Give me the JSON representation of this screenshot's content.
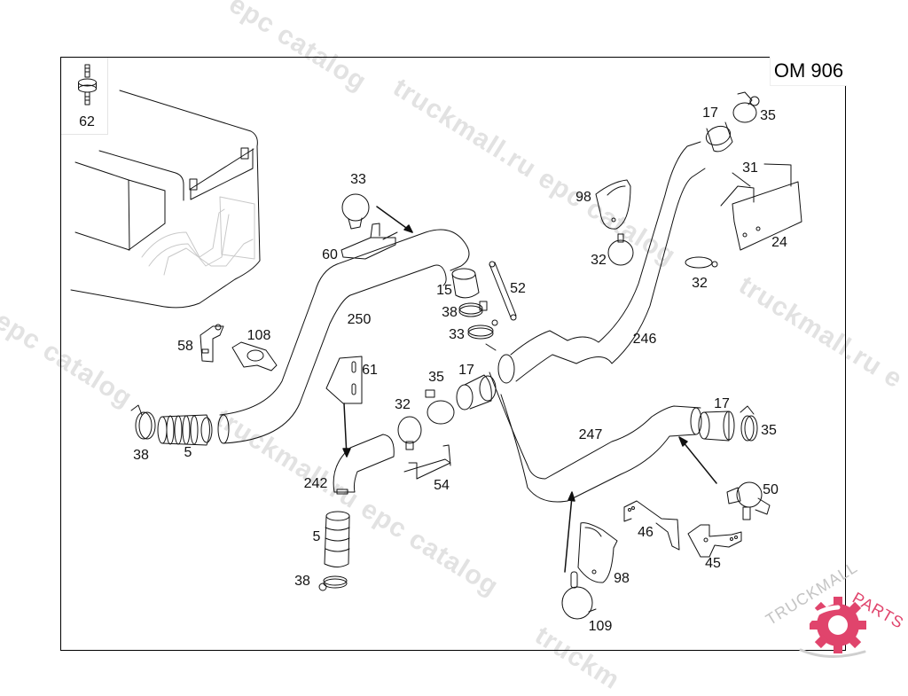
{
  "diagram": {
    "type": "exploded-parts-diagram",
    "model_label": "OM 906",
    "inset": {
      "part_number": "62",
      "icon": "rubber-mount-icon"
    },
    "callouts": [
      {
        "id": "c62",
        "label": "62",
        "part": "rubber-mount"
      },
      {
        "id": "c33a",
        "label": "33",
        "part": "clamp"
      },
      {
        "id": "c60",
        "label": "60",
        "part": "bracket"
      },
      {
        "id": "c250",
        "label": "250",
        "part": "charge-air-pipe"
      },
      {
        "id": "c15",
        "label": "15",
        "part": "hose-sleeve"
      },
      {
        "id": "c52",
        "label": "52",
        "part": "strut"
      },
      {
        "id": "c38a",
        "label": "38",
        "part": "hose-clamp"
      },
      {
        "id": "c33b",
        "label": "33",
        "part": "hose-clamp"
      },
      {
        "id": "c58",
        "label": "58",
        "part": "bracket"
      },
      {
        "id": "c108",
        "label": "108",
        "part": "pipe-clamp"
      },
      {
        "id": "c61",
        "label": "61",
        "part": "bracket"
      },
      {
        "id": "c17a",
        "label": "17",
        "part": "hose-sleeve"
      },
      {
        "id": "c35a",
        "label": "35",
        "part": "hose-clamp"
      },
      {
        "id": "c32a",
        "label": "32",
        "part": "clamp"
      },
      {
        "id": "c38b",
        "label": "38",
        "part": "hose-clamp"
      },
      {
        "id": "c5a",
        "label": "5",
        "part": "corrugated-hose"
      },
      {
        "id": "c242",
        "label": "242",
        "part": "elbow-pipe"
      },
      {
        "id": "c54",
        "label": "54",
        "part": "bracket"
      },
      {
        "id": "c5b",
        "label": "5",
        "part": "corrugated-hose"
      },
      {
        "id": "c38c",
        "label": "38",
        "part": "hose-clamp"
      },
      {
        "id": "c17b",
        "label": "17",
        "part": "hose-sleeve"
      },
      {
        "id": "c35b",
        "label": "35",
        "part": "hose-clamp"
      },
      {
        "id": "c98a",
        "label": "98",
        "part": "hanger-bracket"
      },
      {
        "id": "c31",
        "label": "31",
        "part": "bracket"
      },
      {
        "id": "c24",
        "label": "24",
        "part": "support-bracket"
      },
      {
        "id": "c32b",
        "label": "32",
        "part": "clamp"
      },
      {
        "id": "c32c",
        "label": "32",
        "part": "hose-clamp"
      },
      {
        "id": "c246",
        "label": "246",
        "part": "charge-air-pipe"
      },
      {
        "id": "c247",
        "label": "247",
        "part": "charge-air-pipe"
      },
      {
        "id": "c17c",
        "label": "17",
        "part": "hose-sleeve"
      },
      {
        "id": "c35c",
        "label": "35",
        "part": "hose-clamp"
      },
      {
        "id": "c50",
        "label": "50",
        "part": "pipe-clamp"
      },
      {
        "id": "c46",
        "label": "46",
        "part": "bracket"
      },
      {
        "id": "c45",
        "label": "45",
        "part": "bracket"
      },
      {
        "id": "c98b",
        "label": "98",
        "part": "hanger-bracket"
      },
      {
        "id": "c109",
        "label": "109",
        "part": "clamp"
      }
    ]
  },
  "watermarks": {
    "text_1": "epc catalog",
    "text_2": "truckmall.ru epc catalog",
    "text_3": "truckmall.ru e",
    "text_4": "l epc catalog",
    "text_5": "truckmall.ru epc catalog",
    "text_6": "ll.ru epc catalog",
    "text_7": "truckm"
  },
  "logo": {
    "text_dark": "TRUCKMALL",
    "text_accent": "PARTS",
    "accent_color": "#e0446c",
    "icon": "gear-icon"
  }
}
